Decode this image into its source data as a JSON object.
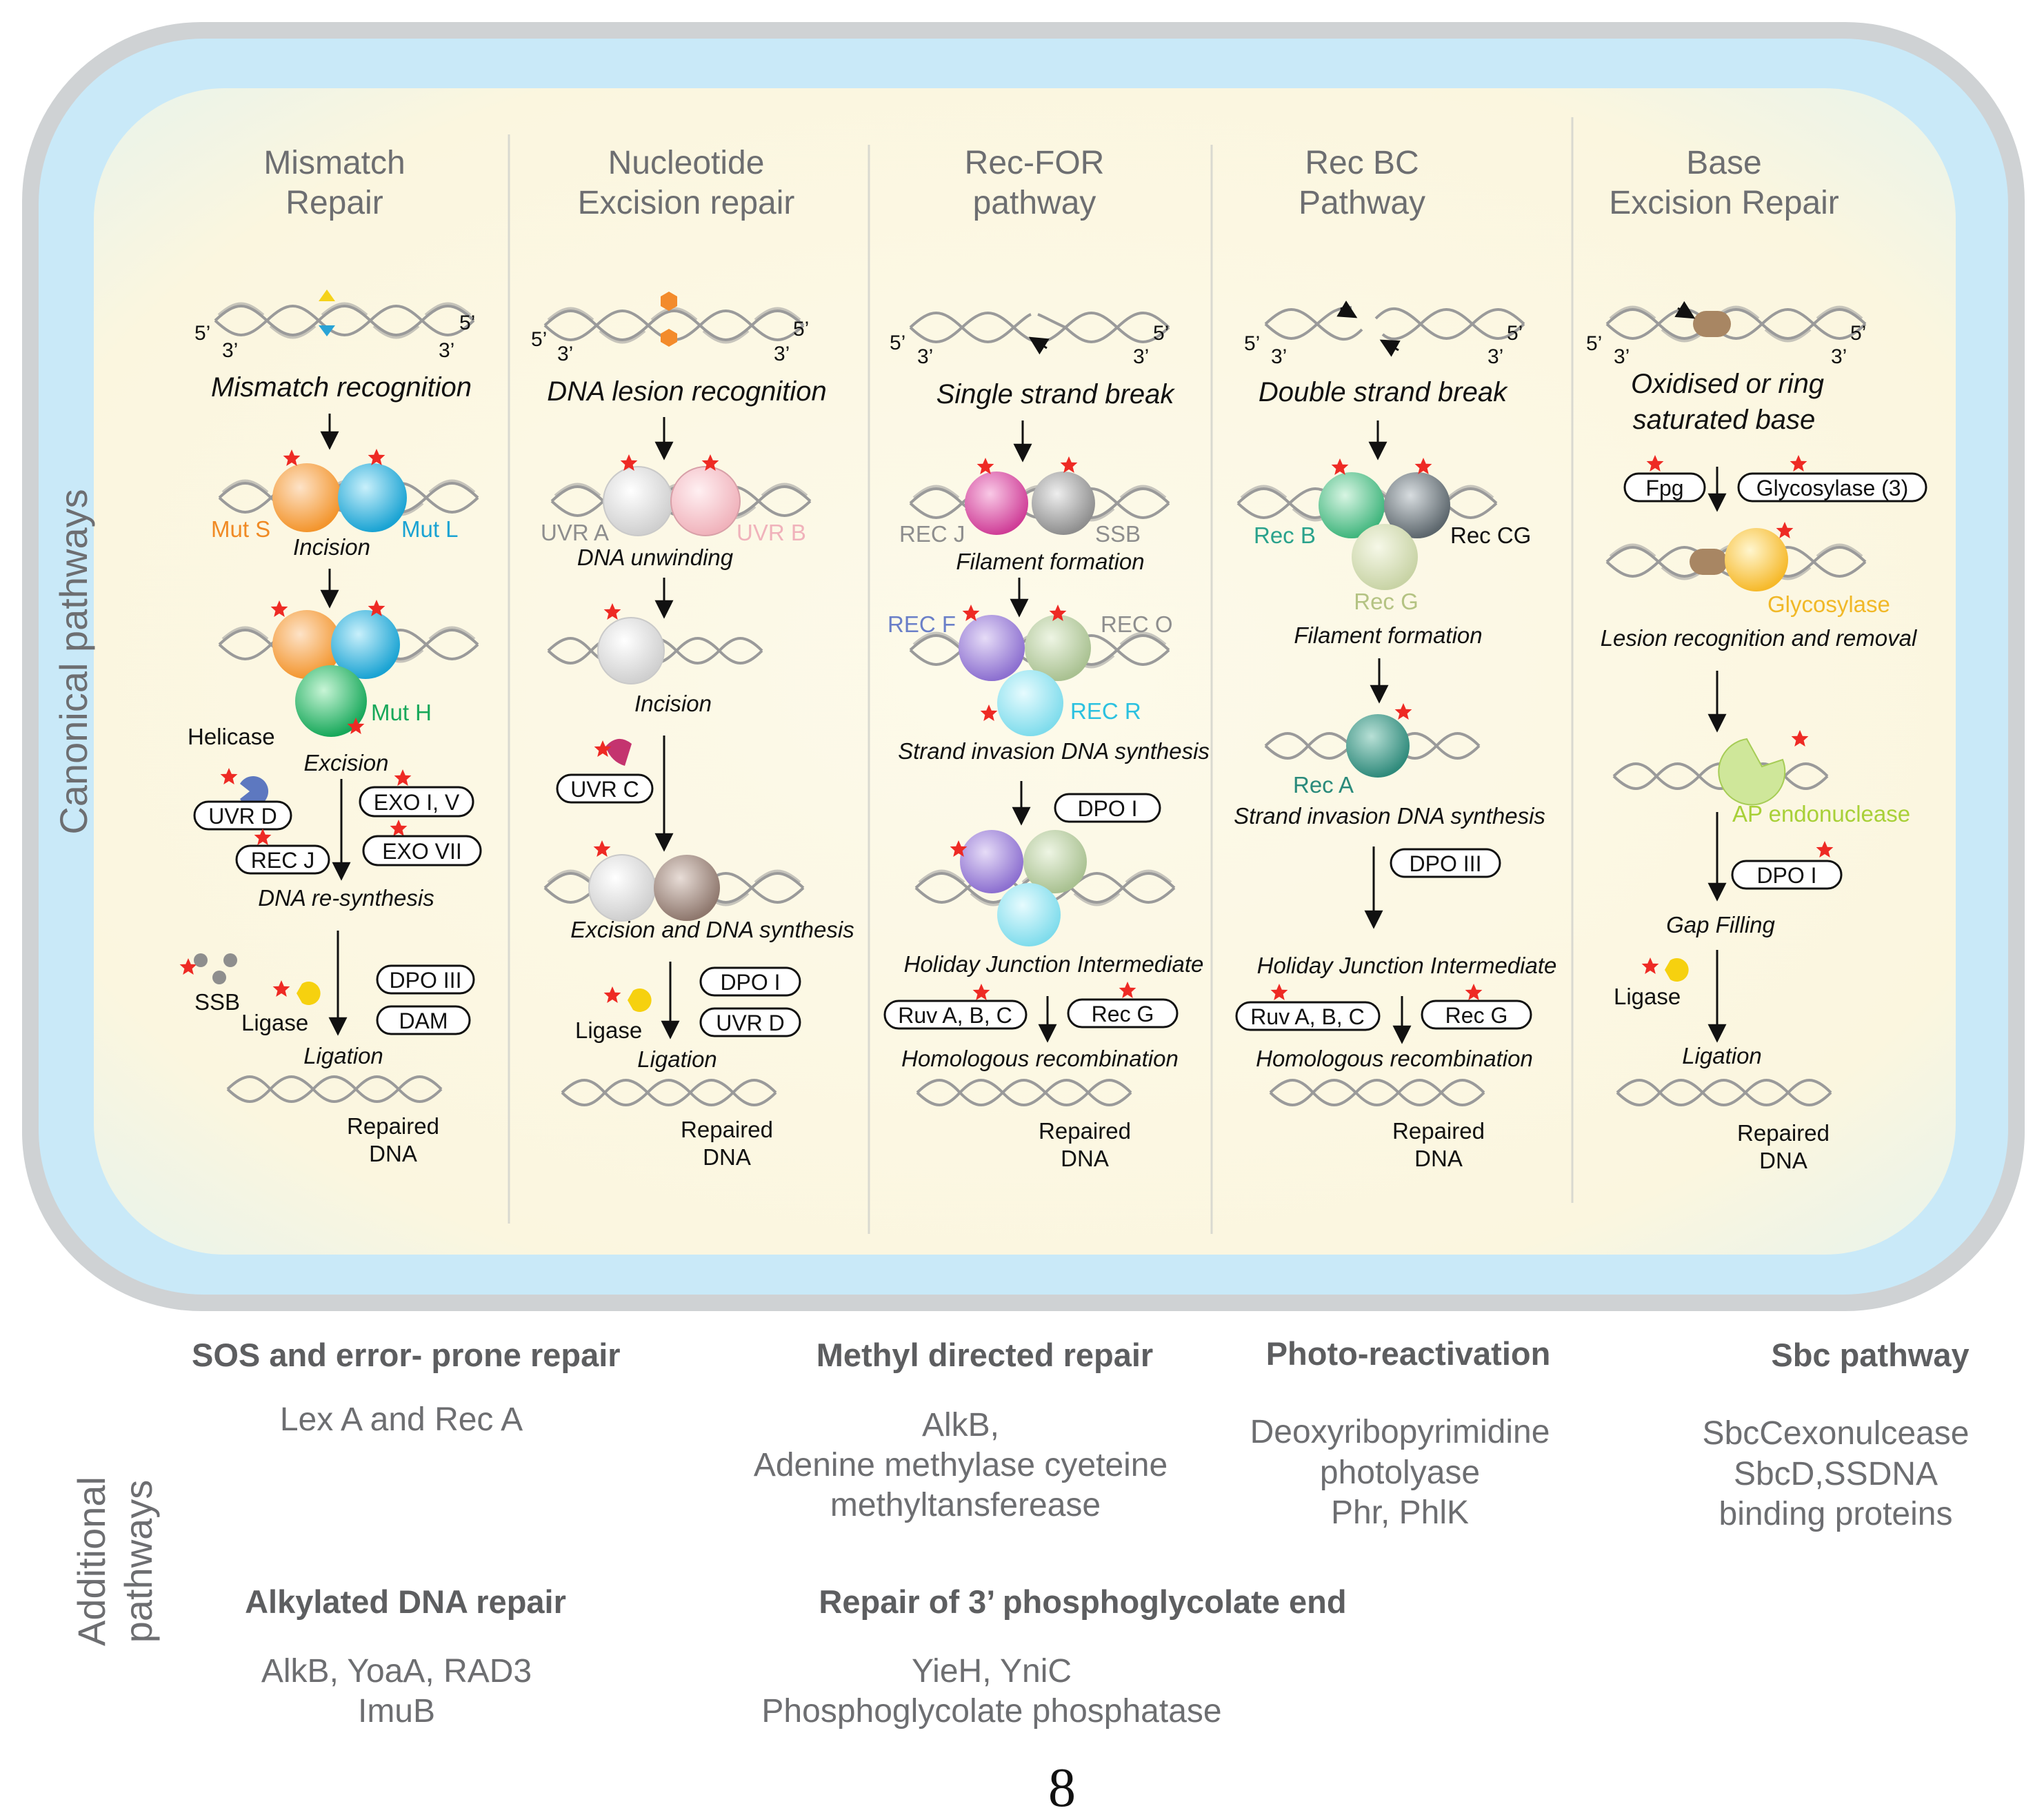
{
  "side_labels": {
    "canonical": "Canonical pathways",
    "additional_1": "Additional",
    "additional_2": "pathways"
  },
  "colors": {
    "outer_border": "#cfd2d4",
    "outer_fill": "#c9e9f8",
    "inner_fill": "#fcf9e6",
    "star": "#ee2a24"
  },
  "primes": {
    "five": "5’",
    "three": "3’"
  },
  "columns": {
    "mismatch": {
      "title1": "Mismatch",
      "title2": "Repair",
      "step1": "Mismatch recognition",
      "mut_s": "Mut S",
      "mut_l": "Mut L",
      "incision": "Incision",
      "helicase": "Helicase",
      "mut_h": "Mut H",
      "excision": "Excision",
      "uvr_d": "UVR D",
      "rec_j": "REC J",
      "exo_iv": "EXO I, V",
      "exo_vii": "EXO VII",
      "resynthesis": "DNA re-synthesis",
      "ssb": "SSB",
      "ligase": "Ligase",
      "dpo_iii": "DPO III",
      "dam": "DAM",
      "ligation": "Ligation",
      "repaired1": "Repaired",
      "repaired2": "DNA"
    },
    "ner": {
      "title1": "Nucleotide",
      "title2": "Excision repair",
      "step1": "DNA lesion recognition",
      "uvr_a": "UVR A",
      "uvr_b": "UVR B",
      "unwinding": "DNA unwinding",
      "incision": "Incision",
      "uvr_c": "UVR C",
      "excision": "Excision and DNA synthesis",
      "dpo_i": "DPO I",
      "uvr_d": "UVR D",
      "ligase": "Ligase",
      "ligation": "Ligation",
      "repaired1": "Repaired",
      "repaired2": "DNA"
    },
    "recfor": {
      "title1": "Rec-FOR",
      "title2": "pathway",
      "step1": "Single strand break",
      "rec_j": "REC J",
      "ssb": "SSB",
      "filament": "Filament formation",
      "rec_f": "REC F",
      "rec_o": "REC O",
      "rec_r": "REC R",
      "invasion": "Strand invasion DNA synthesis",
      "dpo_i": "DPO I",
      "holiday": "Holiday Junction Intermediate",
      "ruv": "Ruv A, B, C",
      "rec_g": "Rec G",
      "homologous": "Homologous recombination",
      "repaired1": "Repaired",
      "repaired2": "DNA"
    },
    "recbc": {
      "title1": "Rec BC",
      "title2": "Pathway",
      "step1": "Double strand break",
      "rec_b": "Rec B",
      "rec_cg": "Rec CG",
      "rec_g_sphere": "Rec G",
      "filament": "Filament formation",
      "rec_a": "Rec A",
      "invasion": "Strand invasion DNA synthesis",
      "dpo_iii": "DPO III",
      "holiday": "Holiday Junction Intermediate",
      "ruv": "Ruv A, B, C",
      "rec_g": "Rec G",
      "homologous": "Homologous recombination",
      "repaired1": "Repaired",
      "repaired2": "DNA"
    },
    "ber": {
      "title1": "Base",
      "title2": "Excision Repair",
      "step1a": "Oxidised or ring",
      "step1b": "saturated base",
      "fpg": "Fpg",
      "glycosylase3": "Glycosylase (3)",
      "glycosylase": "Glycosylase",
      "lesion": "Lesion recognition and removal",
      "ap": "AP endonuclease",
      "dpo_i": "DPO I",
      "gap": "Gap Filling",
      "ligase": "Ligase",
      "ligation": "Ligation",
      "repaired1": "Repaired",
      "repaired2": "DNA"
    }
  },
  "additional": {
    "sos": {
      "head": "SOS and error- prone  repair",
      "l1": "Lex A and Rec A"
    },
    "methyl": {
      "head": "Methyl directed repair",
      "l1": "AlkB,",
      "l2": "Adenine methylase cyeteine",
      "l3": "methyltansferease"
    },
    "photo": {
      "head": "Photo-reactivation",
      "l1": "Deoxyribopyrimidine",
      "l2": "photolyase",
      "l3": "Phr, PhlK"
    },
    "sbc": {
      "head": "Sbc pathway",
      "l1": "SbcCexonulcease",
      "l2": "SbcD,SSDNA",
      "l3": "binding proteins"
    },
    "alkyl": {
      "head": "Alkylated DNA repair",
      "l1": "AlkB, YoaA, RAD3",
      "l2": "ImuB"
    },
    "phospho": {
      "head": "Repair of 3’ phosphoglycolate end",
      "l1": "YieH, YniC",
      "l2": "Phosphoglycolate phosphatase"
    }
  },
  "page_number": "8"
}
